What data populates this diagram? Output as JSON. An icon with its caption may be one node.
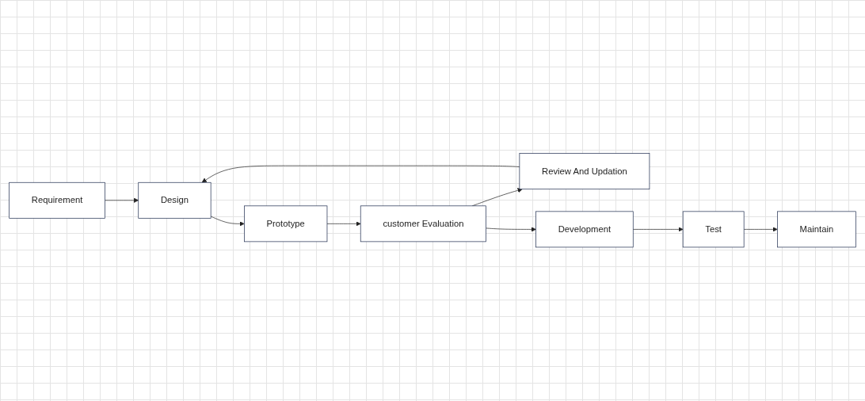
{
  "diagram": {
    "nodes": [
      {
        "text": [
          "Requirement"
        ]
      },
      {
        "text": [
          "Design"
        ]
      },
      {
        "text": [
          "Prototype"
        ]
      },
      {
        "text": [
          "customer Evaluation"
        ]
      },
      {
        "text": [
          "Review And Updation"
        ]
      },
      {
        "text": [
          "Development"
        ]
      },
      {
        "text": [
          "Test"
        ]
      },
      {
        "text": [
          "Maintain"
        ]
      }
    ],
    "edges": [
      {
        "from": 0,
        "to": 1,
        "arrow": "to"
      },
      {
        "from": 1,
        "to": 2,
        "arrow": "to"
      },
      {
        "from": 2,
        "to": 3,
        "arrow": "to"
      },
      {
        "from": 3,
        "to": 4,
        "arrow": "to"
      },
      {
        "from": 4,
        "to": 1,
        "arrow": "to"
      },
      {
        "from": 3,
        "to": 5,
        "arrow": "to"
      },
      {
        "from": 5,
        "to": 6,
        "arrow": "to"
      },
      {
        "from": 6,
        "to": 7,
        "arrow": "to"
      }
    ]
  }
}
